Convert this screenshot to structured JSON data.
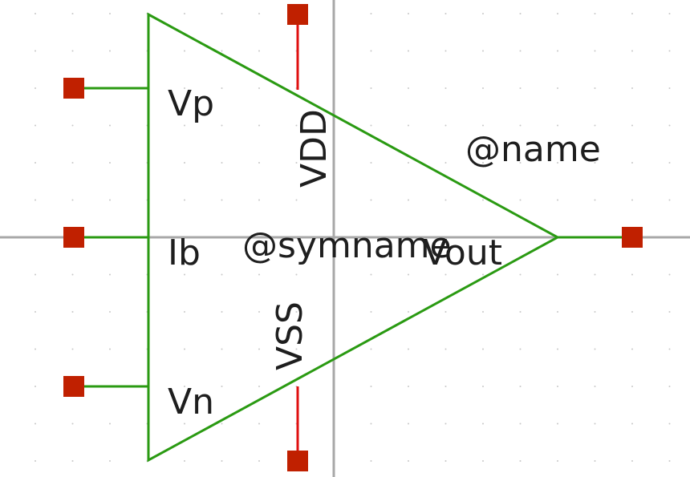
{
  "symbol": {
    "name_attr": "@name",
    "symname_attr": "@symname",
    "pins": {
      "vp": "Vp",
      "ib": "Ib",
      "vn": "Vn",
      "vdd": "VDD",
      "vss": "VSS",
      "vout": "Vout"
    }
  },
  "colors": {
    "background": "#ffffff",
    "axis": "#a8a8a8",
    "grid_dot": "#c8c8c8",
    "wire": "#2a9a12",
    "supply_wire": "#e01010",
    "pin_box": "#c02000",
    "text": "#1e1e1e"
  }
}
